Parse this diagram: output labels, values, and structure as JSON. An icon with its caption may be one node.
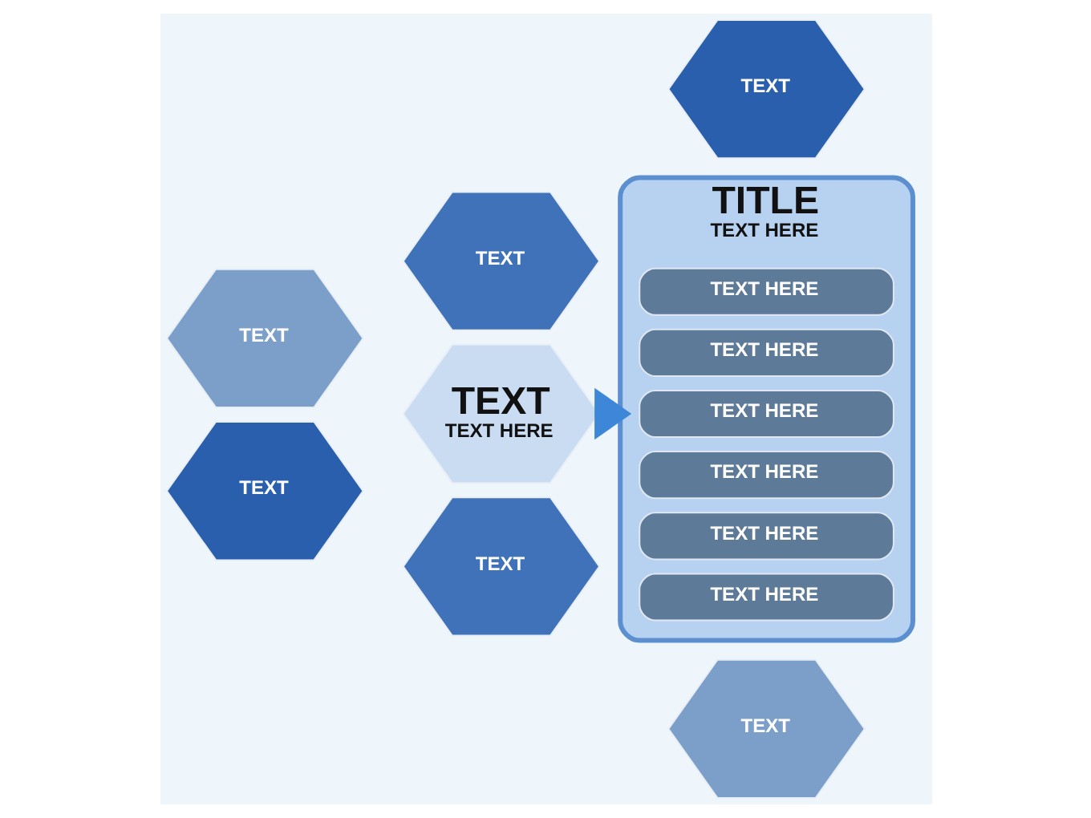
{
  "diagram": {
    "nodes": [
      {
        "text": [
          "TEXT",
          "TEXT HERE"
        ]
      },
      {
        "text": [
          "TEXT"
        ]
      },
      {
        "text": [
          "TEXT"
        ]
      },
      {
        "text": [
          "TEXT"
        ]
      },
      {
        "text": [
          "TEXT"
        ]
      },
      {
        "text": [
          "TEXT"
        ]
      },
      {
        "text": [
          "TEXT"
        ]
      },
      {
        "text": [
          "TITLE",
          "TEXT HERE"
        ]
      },
      {
        "text": [
          "TEXT HERE"
        ],
        "in": 7
      },
      {
        "text": [
          "TEXT HERE"
        ],
        "in": 7
      },
      {
        "text": [
          "TEXT HERE"
        ],
        "in": 7
      },
      {
        "text": [
          "TEXT HERE"
        ],
        "in": 7
      },
      {
        "text": [
          "TEXT HERE"
        ],
        "in": 7
      },
      {
        "text": [
          "TEXT HERE"
        ],
        "in": 7
      }
    ],
    "edges": [
      {
        "from": 0,
        "to": 7,
        "arrow": "to",
        "style": "thick"
      }
    ]
  }
}
